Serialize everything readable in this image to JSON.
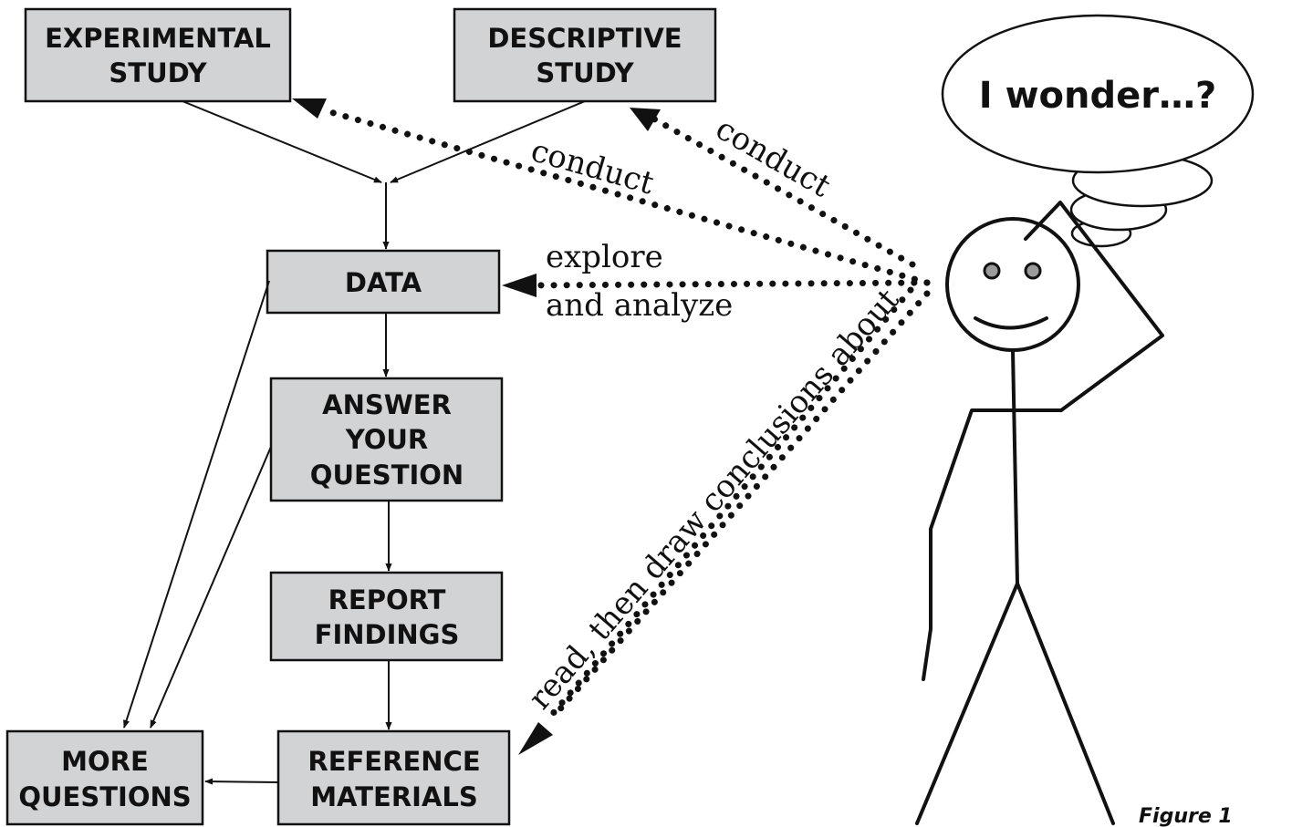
{
  "boxes": {
    "experimental_study": [
      "EXPERIMENTAL",
      "STUDY"
    ],
    "descriptive_study": [
      "DESCRIPTIVE",
      "STUDY"
    ],
    "data": [
      "DATA"
    ],
    "answer_question": [
      "ANSWER",
      "YOUR",
      "QUESTION"
    ],
    "report_findings": [
      "REPORT",
      "FINDINGS"
    ],
    "reference_materials": [
      "REFERENCE",
      "MATERIALS"
    ],
    "more_questions": [
      "MORE",
      "QUESTIONS"
    ]
  },
  "labels": {
    "conduct_experimental": "conduct",
    "conduct_descriptive": "conduct",
    "explore": "explore",
    "and_analyze": "and analyze",
    "read_conclusions": "read, then draw conclusions about"
  },
  "thought_bubble": "I wonder…?",
  "figure_caption": "Figure 1",
  "colors": {
    "box_fill": "#d2d3d5",
    "stroke": "#111111"
  }
}
